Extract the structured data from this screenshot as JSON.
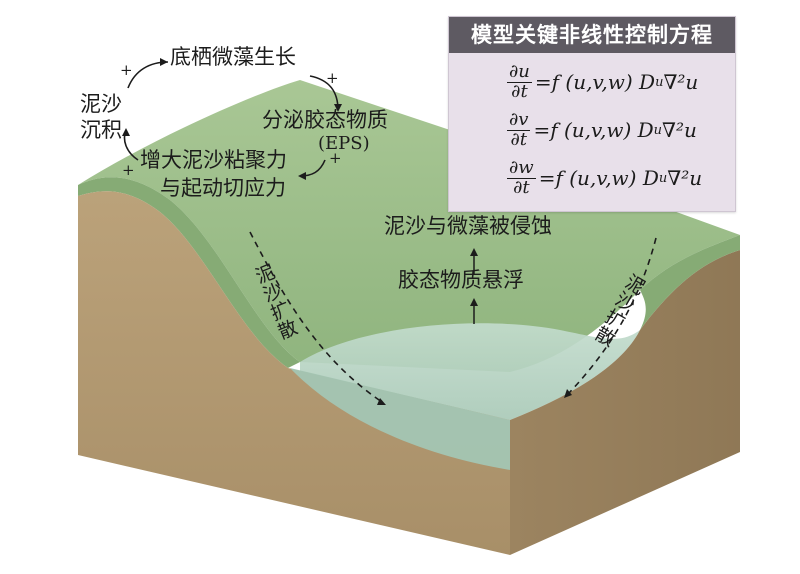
{
  "panel": {
    "title": "模型关键非线性控制方程",
    "equations": [
      {
        "num": "∂u",
        "den": "∂t",
        "rhs": "=f (u,v,w) D",
        "sub": "u",
        "tail": "∇²u"
      },
      {
        "num": "∂v",
        "den": "∂t",
        "rhs": "=f (u,v,w) D",
        "sub": "u",
        "tail": "∇²u"
      },
      {
        "num": "∂w",
        "den": "∂t",
        "rhs": "=f (u,v,w) D",
        "sub": "u",
        "tail": "∇²u"
      }
    ]
  },
  "labels": {
    "growth": "底栖微藻生长",
    "deposition_1": "泥沙",
    "deposition_2": "沉积",
    "eps_1": "分泌胶态物质",
    "eps_2": "(EPS)",
    "cohesion_1": "增大泥沙粘聚力",
    "cohesion_2": "与起动切应力",
    "erosion": "泥沙与微藻被侵蚀",
    "suspension": "胶态物质悬浮",
    "diffusion_left": "泥沙扩散",
    "diffusion_right": "泥沙扩散"
  },
  "signs": {
    "plus": "+"
  },
  "colors": {
    "grass": "#9cbf8a",
    "grass_dark": "#7fa56f",
    "soil_front": "#b59d76",
    "soil_side": "#a48b63",
    "water": "#b8d4c4",
    "water_front": "#9fc2b0",
    "panel_bg": "#e8e0ea",
    "panel_title": "#5e5a62"
  }
}
